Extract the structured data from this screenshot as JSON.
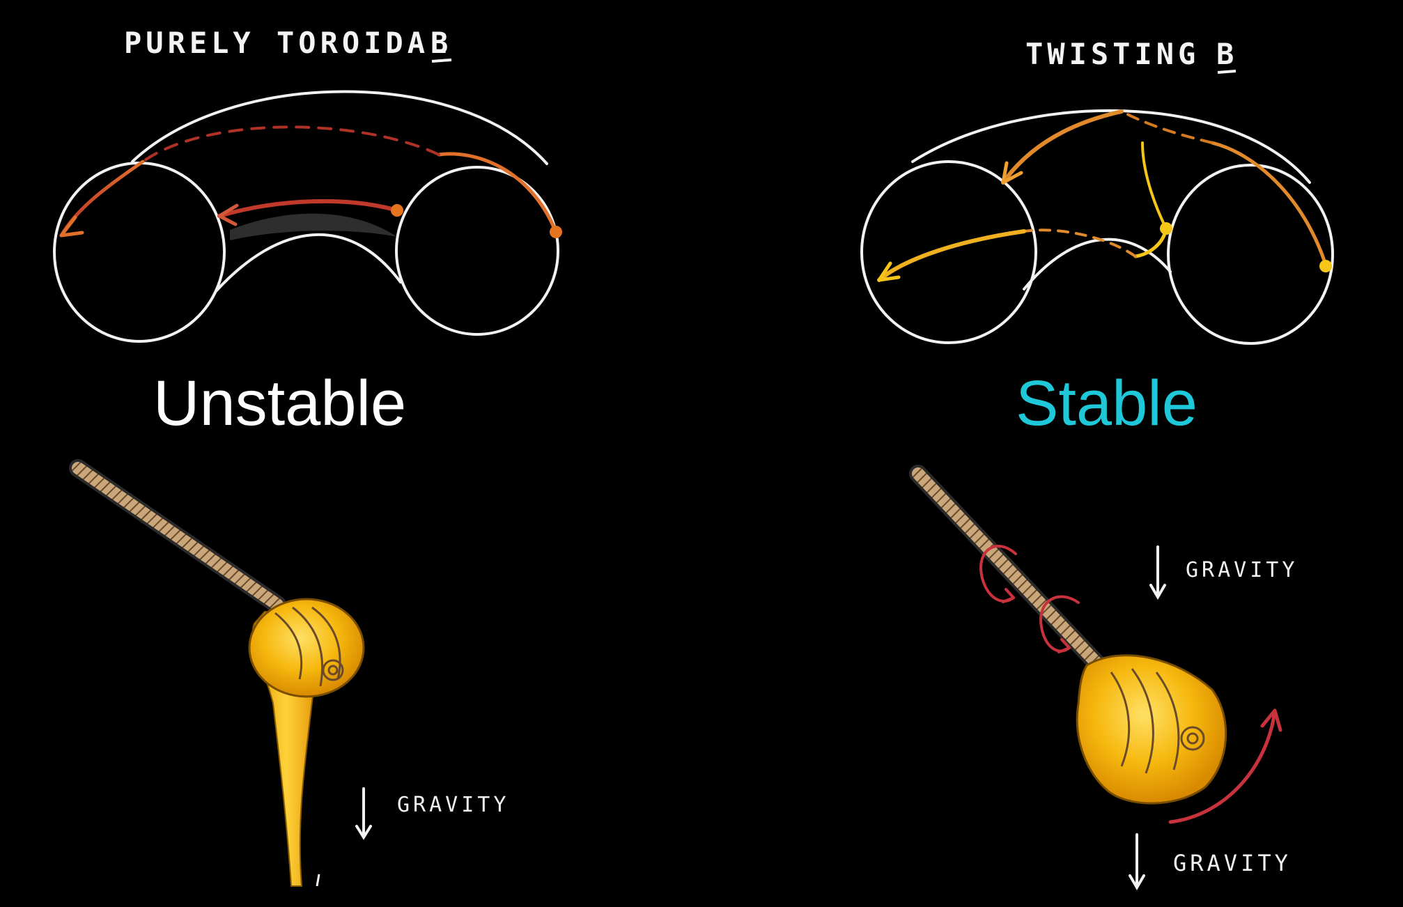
{
  "left": {
    "title": "PURELY TOROIDAL",
    "title_symbol": "B",
    "verdict": "Unstable",
    "gravity_label": "GRAVITY"
  },
  "right": {
    "title": "TWISTING",
    "title_symbol": "B",
    "verdict": "Stable",
    "gravity_label_upper": "GRAVITY",
    "gravity_label_lower": "GRAVITY"
  },
  "colors": {
    "background": "#000000",
    "outline": "#f2f2f2",
    "unstable_text": "#ffffff",
    "stable_text": "#1ec8d8",
    "field_line_red": "#c0392b",
    "field_line_orange": "#e08a2c",
    "field_line_yellow": "#f5c518",
    "honey": "#f4b400",
    "twist_arrow": "#c8323c"
  }
}
